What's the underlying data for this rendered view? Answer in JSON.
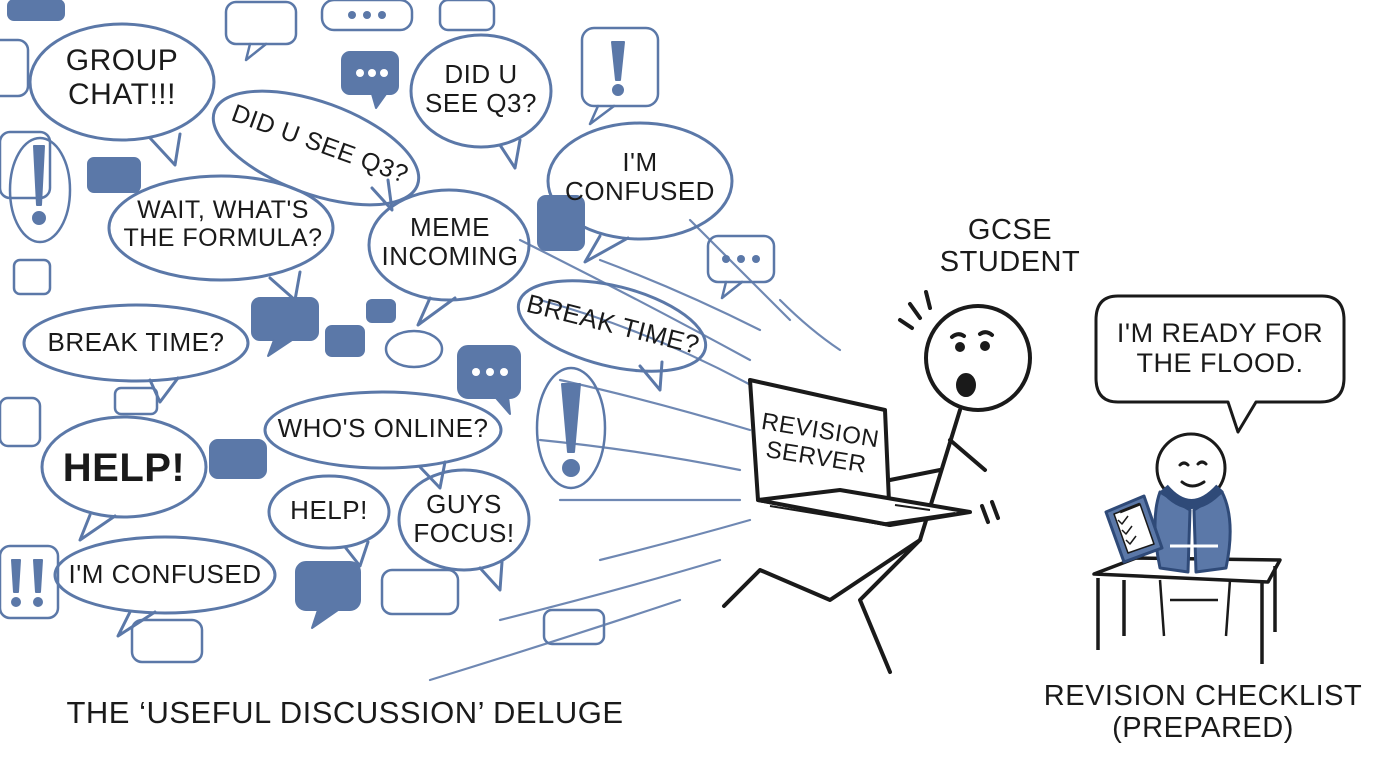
{
  "bubbles": [
    {
      "text": "GROUP\nCHAT!!!"
    },
    {
      "text": "DID U SEE Q3?"
    },
    {
      "text": "DID U\nSEE Q3?"
    },
    {
      "text": "I'M\nCONFUSED"
    },
    {
      "text": "WAIT, WHAT'S\nTHE FORMULA?"
    },
    {
      "text": "MEME\nINCOMING"
    },
    {
      "text": "BREAK TIME?"
    },
    {
      "text": "BREAK TIME?"
    },
    {
      "text": "WHO'S ONLINE?"
    },
    {
      "text": "HELP!"
    },
    {
      "text": "HELP!"
    },
    {
      "text": "GUYS\nFOCUS!"
    },
    {
      "text": "I'M CONFUSED"
    }
  ],
  "laptop_label": "REVISION\nSERVER",
  "student_label": "GCSE\nSTUDENT",
  "prepared_speech": "I'M READY FOR\nTHE FLOOD.",
  "caption_left": "THE ‘USEFUL DISCUSSION’ DELUGE",
  "caption_right": "REVISION CHECKLIST\n(PREPARED)",
  "colors": {
    "accent": "#5b78a8",
    "ink": "#1a1a1a",
    "outline": "#4f6c9c"
  },
  "icons": [
    "chat-bubble-icon",
    "exclamation-icon",
    "ellipsis-icon",
    "laptop-icon",
    "stick-figure-icon",
    "life-vest-icon",
    "clipboard-icon",
    "desk-icon"
  ]
}
